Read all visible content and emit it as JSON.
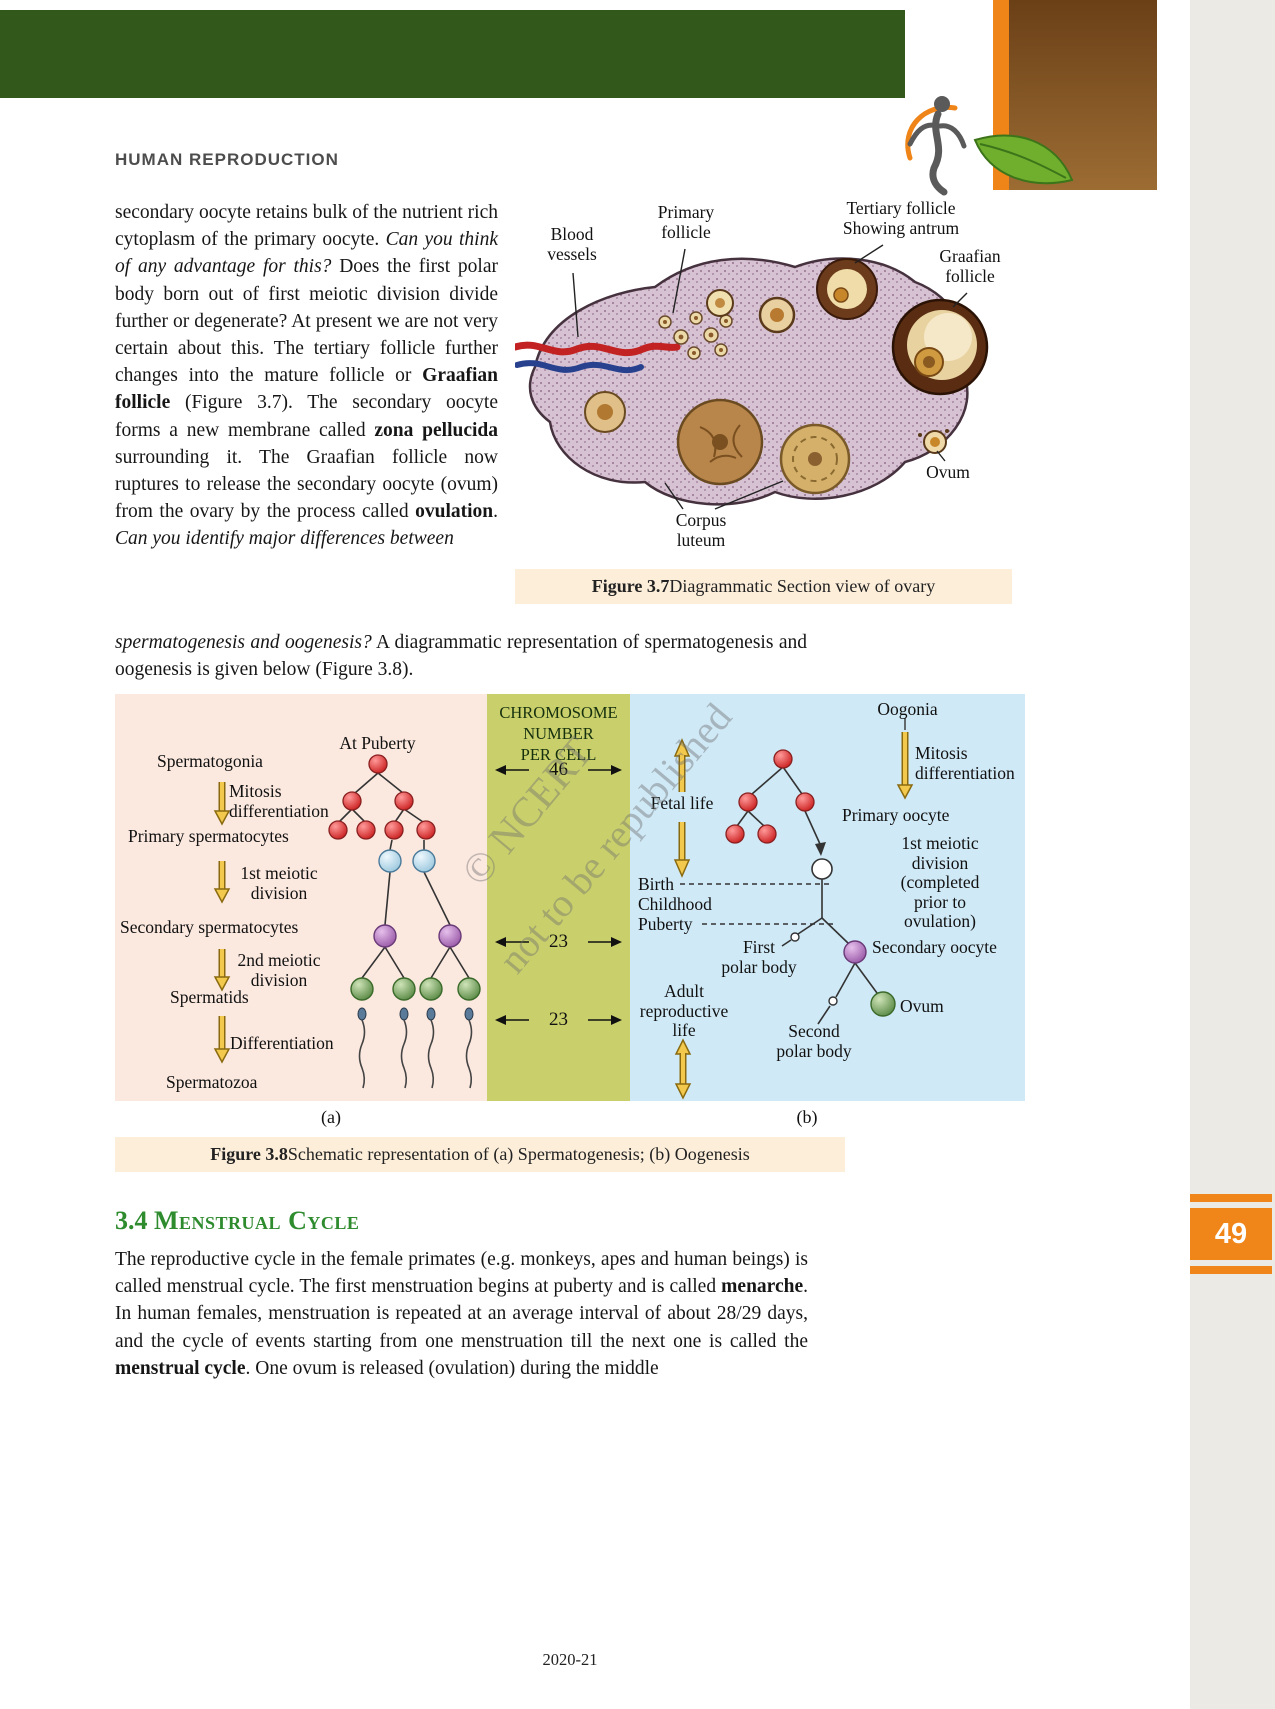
{
  "page": {
    "header_label": "HUMAN REPRODUCTION",
    "footer": "2020-21",
    "page_number": "49"
  },
  "colors": {
    "band_green": "#33581b",
    "accent_orange": "#f08519",
    "brown_block": "#8a5c2c",
    "panel_pink": "#fbe8df",
    "panel_olive": "#c9d06b",
    "panel_blue": "#cfe9f6",
    "caption_cream": "#fdeeda",
    "heading_green": "#2e8b2e"
  },
  "intro_paragraph": {
    "parts": [
      {
        "text": "secondary oocyte retains bulk of the nutrient rich cytoplasm of the primary oocyte. ",
        "style": "normal"
      },
      {
        "text": "Can you think of any advantage for this?",
        "style": "italic"
      },
      {
        "text": " Does the first polar body born out of first meiotic division divide further or degenerate?  At present we are not very certain about this. The tertiary follicle further changes into the mature follicle or ",
        "style": "normal"
      },
      {
        "text": "Graafian follicle",
        "style": "bold"
      },
      {
        "text": " (Figure 3.7). The secondary oocyte forms a new membrane called ",
        "style": "normal"
      },
      {
        "text": "zona pellucida",
        "style": "bold"
      },
      {
        "text": " surrounding it. The Graafian follicle now ruptures to release the secondary oocyte (ovum) from the ovary by the process called ",
        "style": "normal"
      },
      {
        "text": "ovulation",
        "style": "bold"
      },
      {
        "text": ". ",
        "style": "normal"
      },
      {
        "text": "Can you identify major differences between",
        "style": "italic"
      }
    ]
  },
  "bridge_paragraph": {
    "parts": [
      {
        "text": "spermatogenesis and oogenesis?",
        "style": "italic"
      },
      {
        "text": "  A diagrammatic representation of spermatogenesis and oogenesis is given below (Figure 3.8).",
        "style": "normal"
      }
    ]
  },
  "figure37": {
    "labels": {
      "blood_vessels": "Blood\nvessels",
      "primary_follicle": "Primary\nfollicle",
      "tertiary_follicle": "Tertiary follicle\nShowing antrum",
      "graafian_follicle": "Graafian\nfollicle",
      "ovum": "Ovum",
      "corpus_luteum": "Corpus\nluteum"
    },
    "caption_bold": "Figure 3.7",
    "caption_rest": " Diagrammatic Section view of ovary"
  },
  "figure38": {
    "left": {
      "at_puberty": "At Puberty",
      "spermatogonia": "Spermatogonia",
      "mitosis_differentiation": "Mitosis\ndifferentiation",
      "primary_spermatocytes": "Primary spermatocytes",
      "first_meiotic_division": "1st meiotic\ndivision",
      "secondary_spermatocytes": "Secondary spermatocytes",
      "second_meiotic_division": "2nd meiotic\ndivision",
      "spermatids": "Spermatids",
      "differentiation": "Differentiation",
      "spermatozoa": "Spermatozoa"
    },
    "middle": {
      "heading": "CHROMOSOME\nNUMBER\nPER CELL",
      "rows": [
        "46",
        "23",
        "23"
      ]
    },
    "right": {
      "oogonia": "Oogonia",
      "mitosis_differentiation": "Mitosis\ndifferentiation",
      "fetal_life": "Fetal life",
      "primary_oocyte": "Primary oocyte",
      "birth": "Birth",
      "childhood": "Childhood",
      "puberty": "Puberty",
      "first_meiotic_division": "1st meiotic\ndivision\n(completed\nprior to\novulation)",
      "first_polar_body": "First\npolar body",
      "secondary_oocyte": "Secondary oocyte",
      "adult_reproductive_life": "Adult\nreproductive\nlife",
      "ovum": "Ovum",
      "second_polar_body": "Second\npolar body"
    },
    "sub_a": "(a)",
    "sub_b": "(b)",
    "caption_bold": "Figure 3.8",
    "caption_rest": " Schematic representation of (a) Spermatogenesis; (b) Oogenesis"
  },
  "watermark": {
    "line1": "© NCERT",
    "line2": "not to be republished"
  },
  "section": {
    "number": "3.4",
    "title": "Menstrual Cycle"
  },
  "body_paragraph": {
    "parts": [
      {
        "text": "The reproductive cycle in the female primates (e.g. monkeys, apes and human beings) is called menstrual cycle. The first menstruation begins at puberty and is called ",
        "style": "normal"
      },
      {
        "text": "menarche",
        "style": "bold"
      },
      {
        "text": ". In human females, menstruation is repeated at an average interval of about 28/29 days, and the cycle of events starting from one menstruation till the next one is called the ",
        "style": "normal"
      },
      {
        "text": "menstrual cycle",
        "style": "bold"
      },
      {
        "text": ". One ovum is released (ovulation) during the middle",
        "style": "normal"
      }
    ]
  }
}
